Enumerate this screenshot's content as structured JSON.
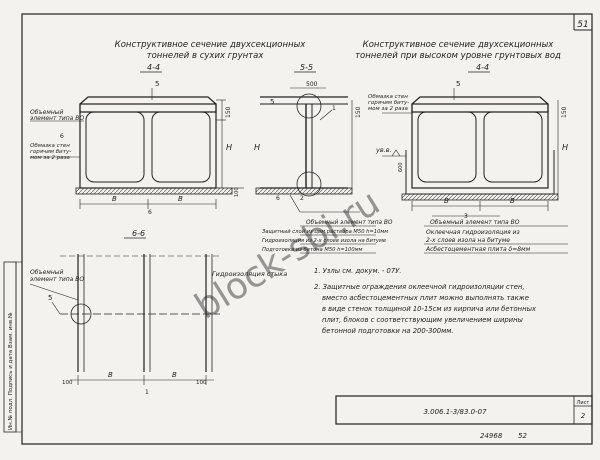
{
  "sheet": {
    "number": "51",
    "footer_code": "3.006.1-3/83.0-07",
    "sheet_label": "Лист",
    "sheet_no": "2",
    "archive_no": "24968",
    "archive_page": "52",
    "watermark": "block-sbi.ru",
    "side_stamp": "Ин.№ подл. Подпись и дата Взам. инв.№"
  },
  "titles": {
    "left_l1": "Конструктивное сечение двухсекционных",
    "left_l2": "тоннелей в сухих грунтах",
    "right_l1": "Конструктивное сечение двухсекционных",
    "right_l2": "тоннелей при высоком уровне грунтовых вод"
  },
  "sections": {
    "s44_left": "4-4",
    "s55": "5-5",
    "s44_right": "4-4",
    "s66": "6-6"
  },
  "labels": {
    "vol_elem_l1": "Объемный",
    "vol_elem_l2": "элемент типа ВО",
    "coat_l1": "Обмазка стен",
    "coat_l2": "горячим биту-",
    "coat_l3": "мом за 2 раза",
    "coat_r1": "Обмазка стен",
    "coat_r2": "горячим биту-",
    "coat_r3": "мом за 2 раза",
    "uvv": "ув.в.",
    "vol_elem_66_l1": "Объемный",
    "vol_elem_66_l2": "элемент типа ВО",
    "joint_waterproof": "Гидроизоляция стыка"
  },
  "dims": {
    "d5": "5",
    "d6": "6",
    "d500": "500",
    "d150": "150",
    "d100": "100",
    "dH": "H",
    "dB": "B",
    "d3": "3",
    "d1": "1",
    "d2": "2",
    "d600": "600"
  },
  "callouts_55": [
    "Объемный элемент типа ВО",
    "Защитный слой из цем.раствора М50 h=10мм",
    "Гидроизоляция из 2-х слоев изола на битуме",
    "Подготовка из бетона М50 h=100мм"
  ],
  "callouts_right": [
    "Объемный элемент типа ВО",
    "Оклеечная гидроизоляция из",
    "2-х слоев изола на битуме",
    "Асбестоцементная плита δ=8мм"
  ],
  "notes": {
    "n1": "1. Узлы см. докум. - 07У.",
    "n2_l1": "2. Защитные ограждения оклеечной гидроизоляции стен,",
    "n2_l2": "вместо асбестоцементных плит можно выполнять также",
    "n2_l3": "в виде стенок толщиной 10-15см из кирпича или бетонных",
    "n2_l4": "плит, блоков с соответствующим увеличением ширины",
    "n2_l5": "бетонной подготовки на 200-300мм."
  },
  "colors": {
    "ink": "#222222",
    "paper": "#f4f2ee",
    "watermark": "#9a9a9a"
  }
}
